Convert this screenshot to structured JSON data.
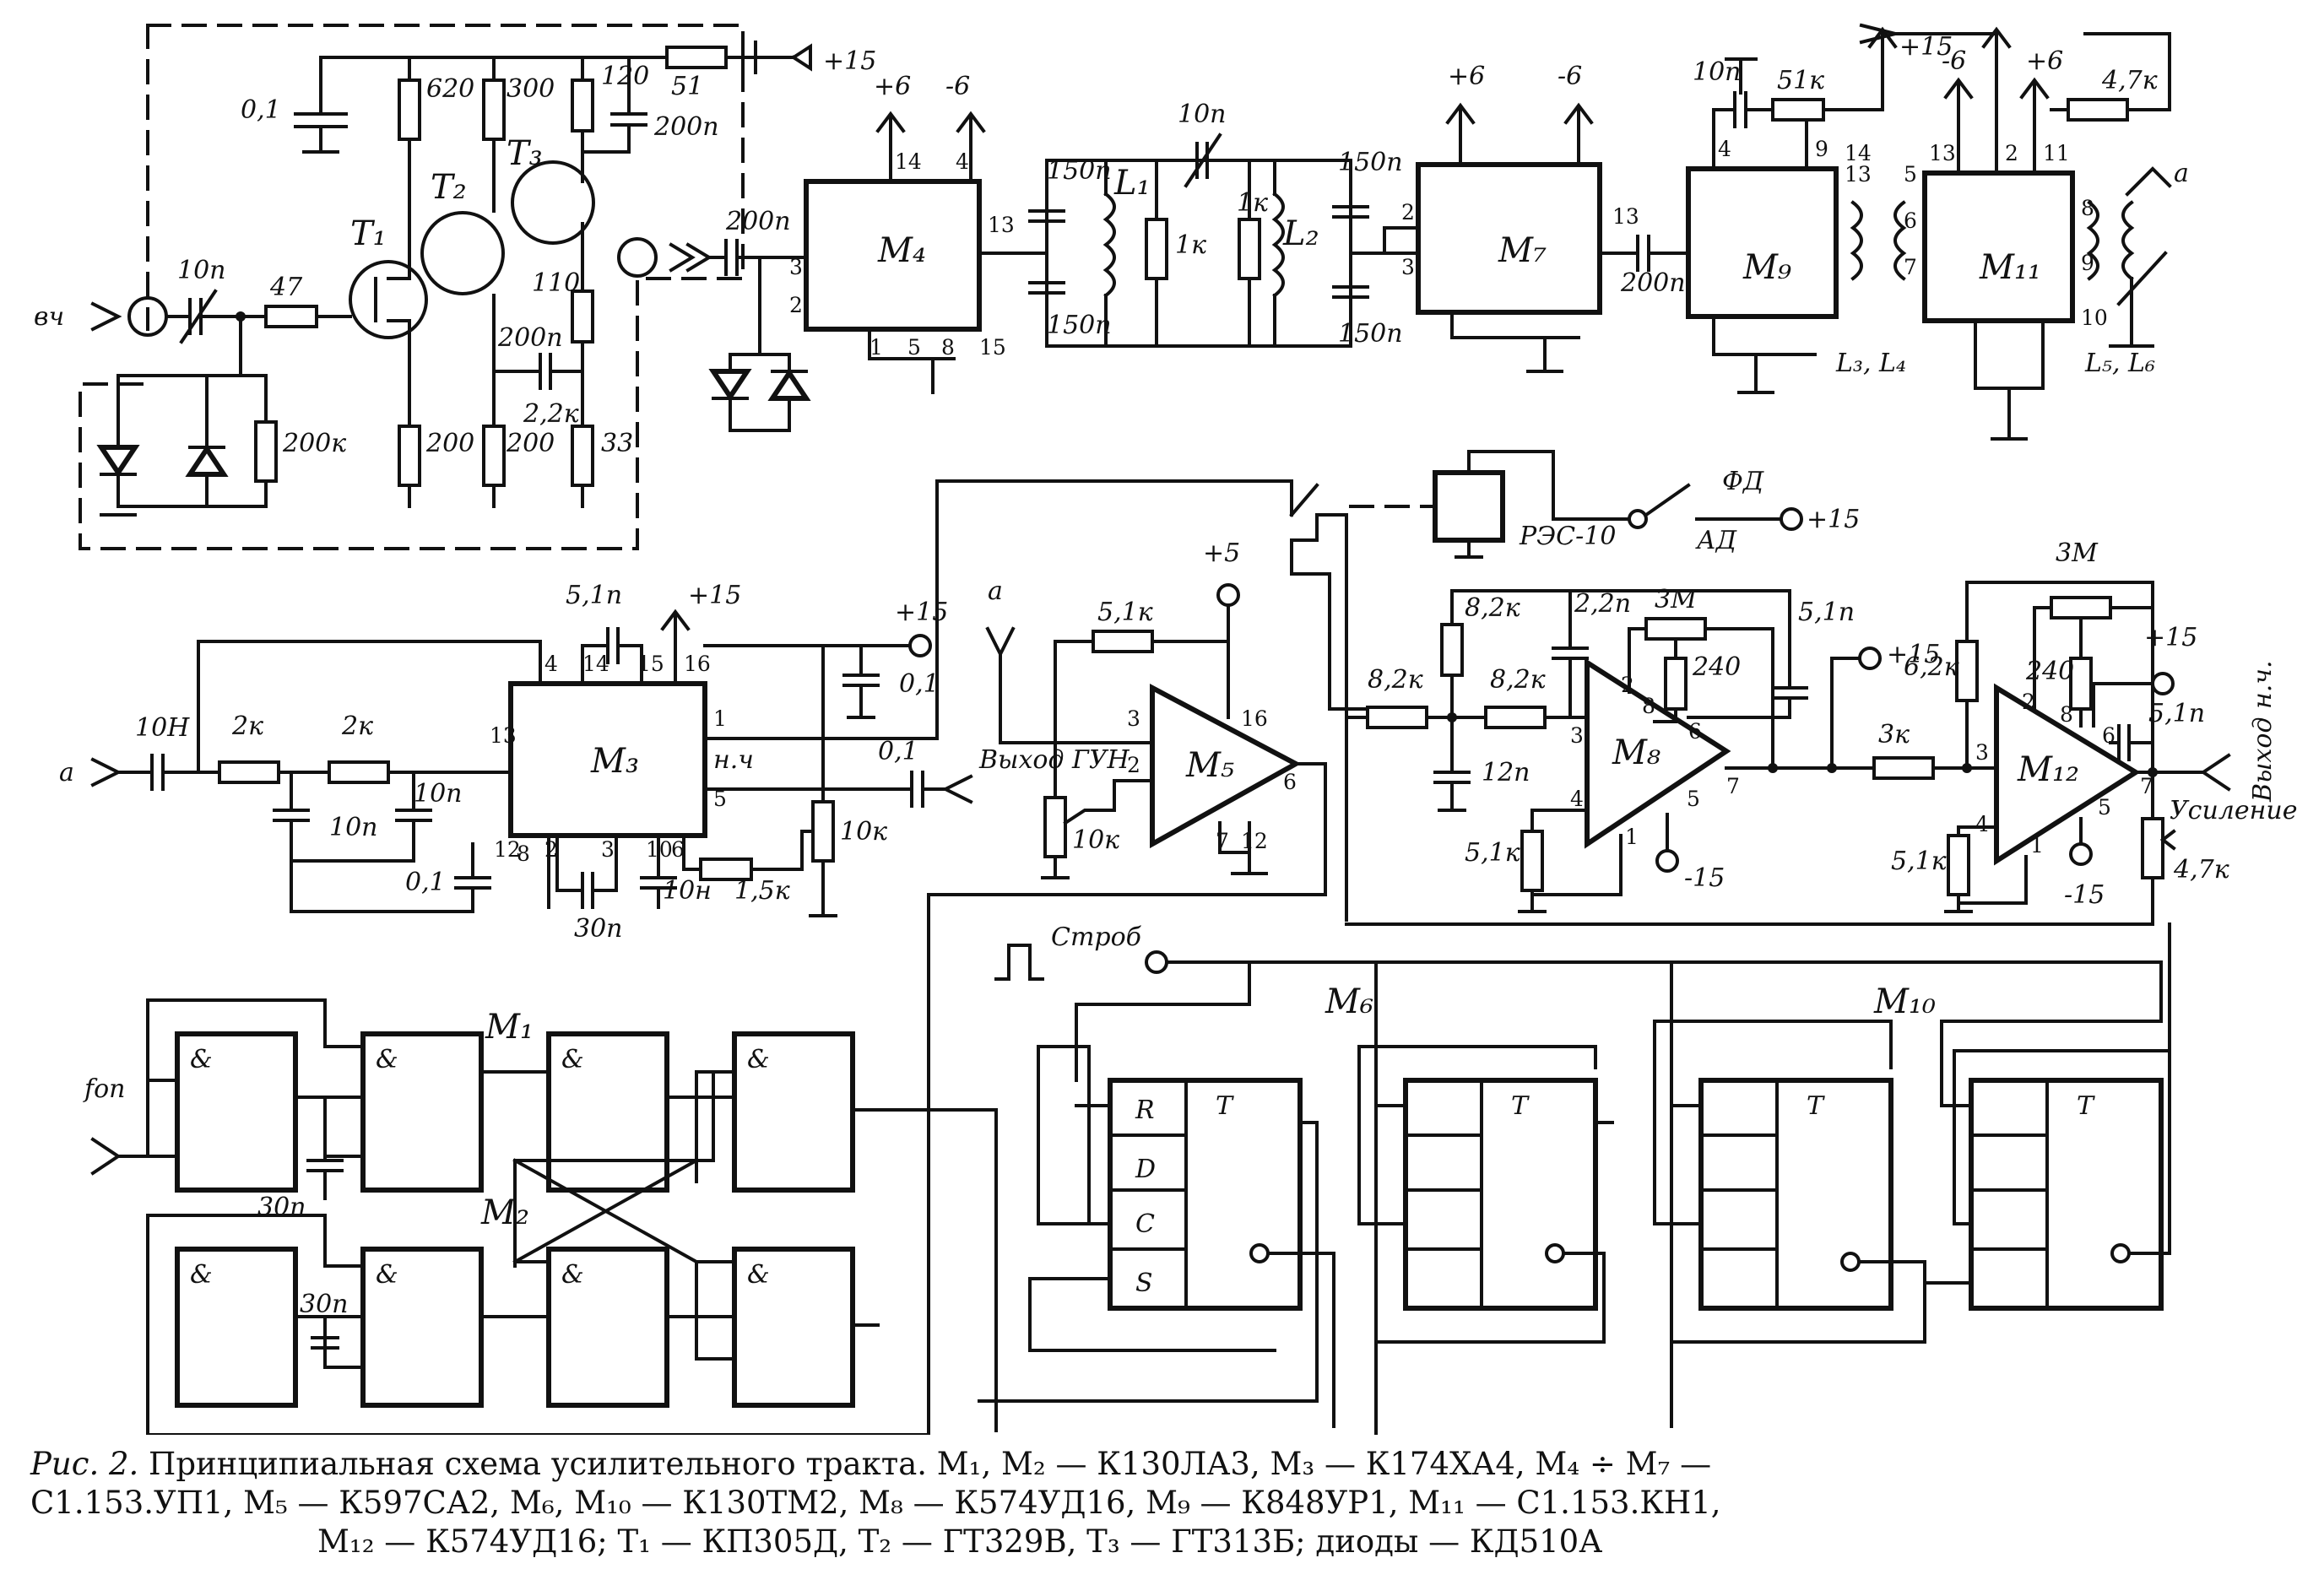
{
  "caption": {
    "figure_label": "Рис. 2.",
    "line1": "Принципиальная схема усилительного тракта. M₁, M₂ — К130ЛА3, M₃ — К174ХА4, M₄ ÷ M₇ —",
    "line2": "С1.153.УП1, M₅ — К597СА2, M₆, M₁₀ — К130ТМ2, M₈ — К574УД16, M₉ — К848УР1, M₁₁ — С1.153.КН1,",
    "line3": "M₁₂ — К574УД16; T₁ — КП305Д, T₂ — ГТ329В, T₃ — ГТ313Б; диоды — КД510А"
  },
  "blocks": {
    "M1": "M₁",
    "M2": "M₂",
    "M3": "M₃",
    "M4": "M₄",
    "M5": "M₅",
    "M6": "M₆",
    "M7": "M₇",
    "M8": "M₈",
    "M9": "M₉",
    "M10": "M₁₀",
    "M11": "M₁₁",
    "M12": "M₁₂",
    "T1": "T₁",
    "T2": "T₂",
    "T3": "T₃",
    "L1": "L₁",
    "L2": "L₂",
    "L34": "L₃, L₄",
    "L56": "L₅, L₆"
  },
  "signals": {
    "input_rf": "вч",
    "input_a": "a",
    "node_a_top": "a",
    "node_a_mid": "a",
    "f_ref": "fоп",
    "strobe": "Строб",
    "vco_out": "Выход ГУН",
    "af_out": "Выход н.ч.",
    "gain": "Усиление",
    "relay": "РЭС-10",
    "fd": "ФД",
    "ad": "АД",
    "hch": "н.ч"
  },
  "supplies": {
    "p15": "+15",
    "p6": "+6",
    "m6": "-6",
    "p5": "+5",
    "m15": "-15"
  },
  "components": {
    "c_01": "0,1",
    "r_620": "620",
    "r_300": "300",
    "r_120": "120",
    "r_51": "51",
    "c_200p": "200п",
    "c_10p": "10п",
    "r_47": "47",
    "r_200k": "200к",
    "r_200": "200",
    "r_110": "110",
    "r_2_2k": "2,2к",
    "r_33": "33",
    "c_150p": "150п",
    "r_1k": "1к",
    "r_51k": "51к",
    "r_4_7k": "4,7к",
    "c_10n": "10Н",
    "r_2k": "2к",
    "c_5_1p": "5,1п",
    "c_30p": "30п",
    "c_10n_small": "10н",
    "r_1_5k": "1,5к",
    "r_10k": "10к",
    "r_5_1k": "5,1к",
    "r_8_2k": "8,2к",
    "c_2_2p": "2,2п",
    "c_12p": "12п",
    "r_3m": "3М",
    "r_240": "240",
    "r_3k": "3к",
    "r_6_2k": "6,2к",
    "c_5_1p_b": "5,1п"
  },
  "logic": {
    "and": "&",
    "and_alt": "&",
    "trig": "T",
    "r": "R",
    "d": "D",
    "c": "C",
    "s": "S"
  }
}
